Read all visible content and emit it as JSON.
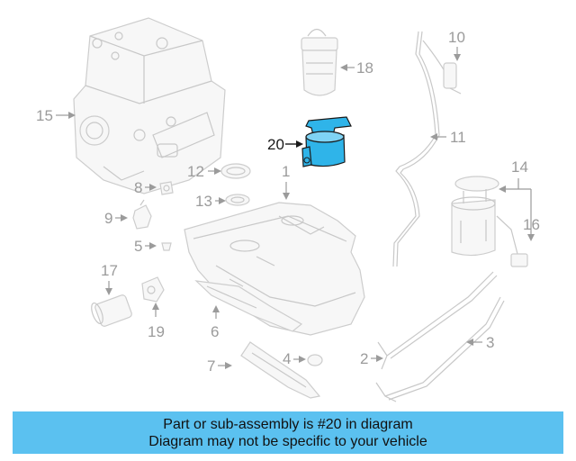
{
  "callouts": {
    "c1": "1",
    "c2": "2",
    "c3": "3",
    "c4": "4",
    "c5": "5",
    "c6": "6",
    "c7": "7",
    "c8": "8",
    "c9": "9",
    "c10": "10",
    "c11": "11",
    "c12": "12",
    "c13": "13",
    "c14": "14",
    "c15": "15",
    "c16": "16",
    "c17": "17",
    "c18": "18",
    "c19": "19",
    "c20": "20"
  },
  "highlight": {
    "part_number": "20",
    "color": "#2fb4e9"
  },
  "colors": {
    "banner_bg": "#5bc1f0",
    "line": "#c8c8c8",
    "label": "#9b9b9b"
  },
  "banner": {
    "line1": "Part or sub-assembly is #20 in diagram",
    "line2": "Diagram may not be specific to your vehicle"
  }
}
